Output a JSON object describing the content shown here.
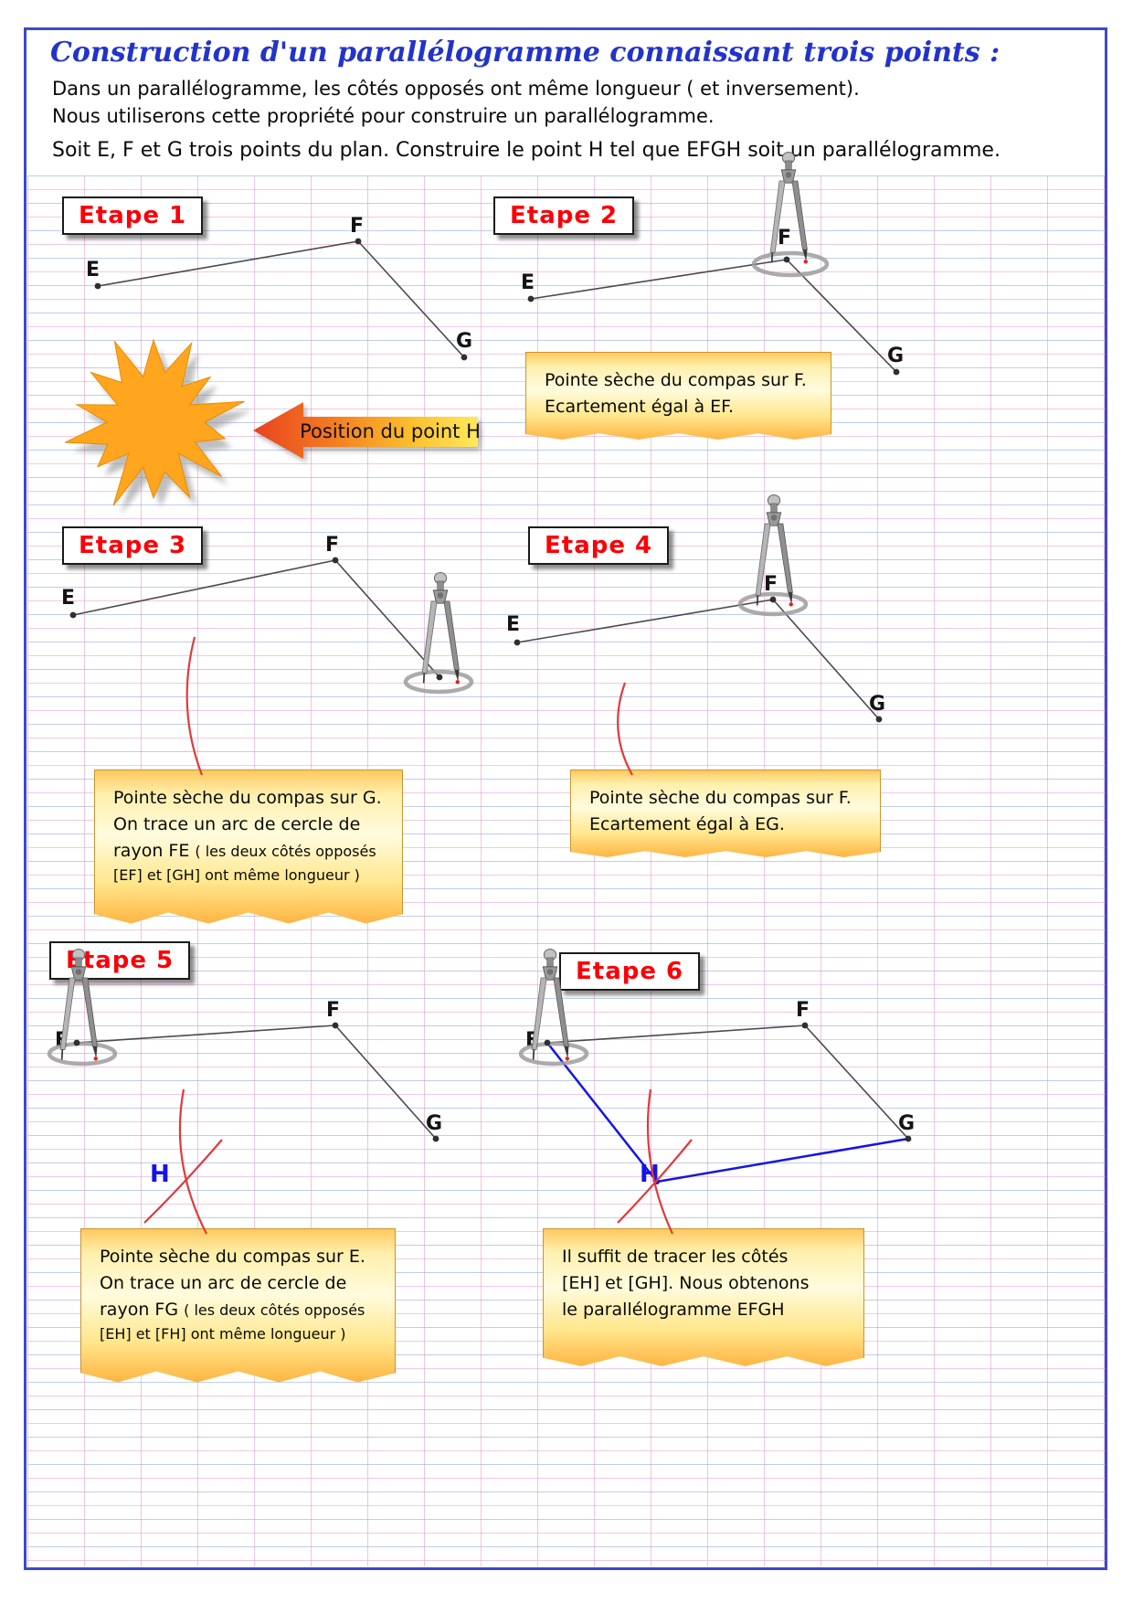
{
  "page": {
    "title": "Construction d'un parallélogramme connaissant trois points :",
    "intro1": "Dans un parallélogramme, les côtés opposés ont même longueur ( et inversement).",
    "intro2": "Nous utiliserons cette propriété pour construire un parallélogramme.",
    "intro3": "Soit E, F et G trois points du plan. Construire le point H tel que EFGH soit un parallélogramme."
  },
  "steps": {
    "s1": "Etape 1",
    "s2": "Etape 2",
    "s3": "Etape 3",
    "s4": "Etape 4",
    "s5": "Etape 5",
    "s6": "Etape 6"
  },
  "points": {
    "e": "E",
    "f": "F",
    "g": "G",
    "h": "H"
  },
  "arrow": {
    "label": "Position du point H"
  },
  "notes": {
    "step2": {
      "l1": "Pointe sèche du compas sur F.",
      "l2": "Ecartement égal à EF."
    },
    "step3": {
      "l1": "Pointe sèche du compas sur G.",
      "l2": "On trace un arc de cercle de",
      "l3a": "rayon FE",
      "l3b": "( les deux côtés opposés",
      "l4": "[EF] et [GH] ont même longueur )"
    },
    "step4": {
      "l1": "Pointe sèche du compas sur F.",
      "l2": "Ecartement égal à EG."
    },
    "step5": {
      "l1": "Pointe sèche du compas sur E.",
      "l2": "On trace un arc de cercle de",
      "l3a": "rayon FG",
      "l3b": "( les deux côtés opposés",
      "l4": "[EH] et [FH] ont même longueur )"
    },
    "step6": {
      "l1": "Il suffit de tracer les côtés",
      "l2": "[EH] et [GH]. Nous obtenons",
      "l3": "le parallélogramme EFGH"
    }
  },
  "colors": {
    "title_blue": "#2233cc",
    "step_red": "#fb0006",
    "frame_blue": "#3d49c8",
    "arc_red": "#e03a3a",
    "construction_blue": "#1414e6",
    "starburst_orange": "#ffa61e",
    "note_orange": "#ffb23e"
  }
}
